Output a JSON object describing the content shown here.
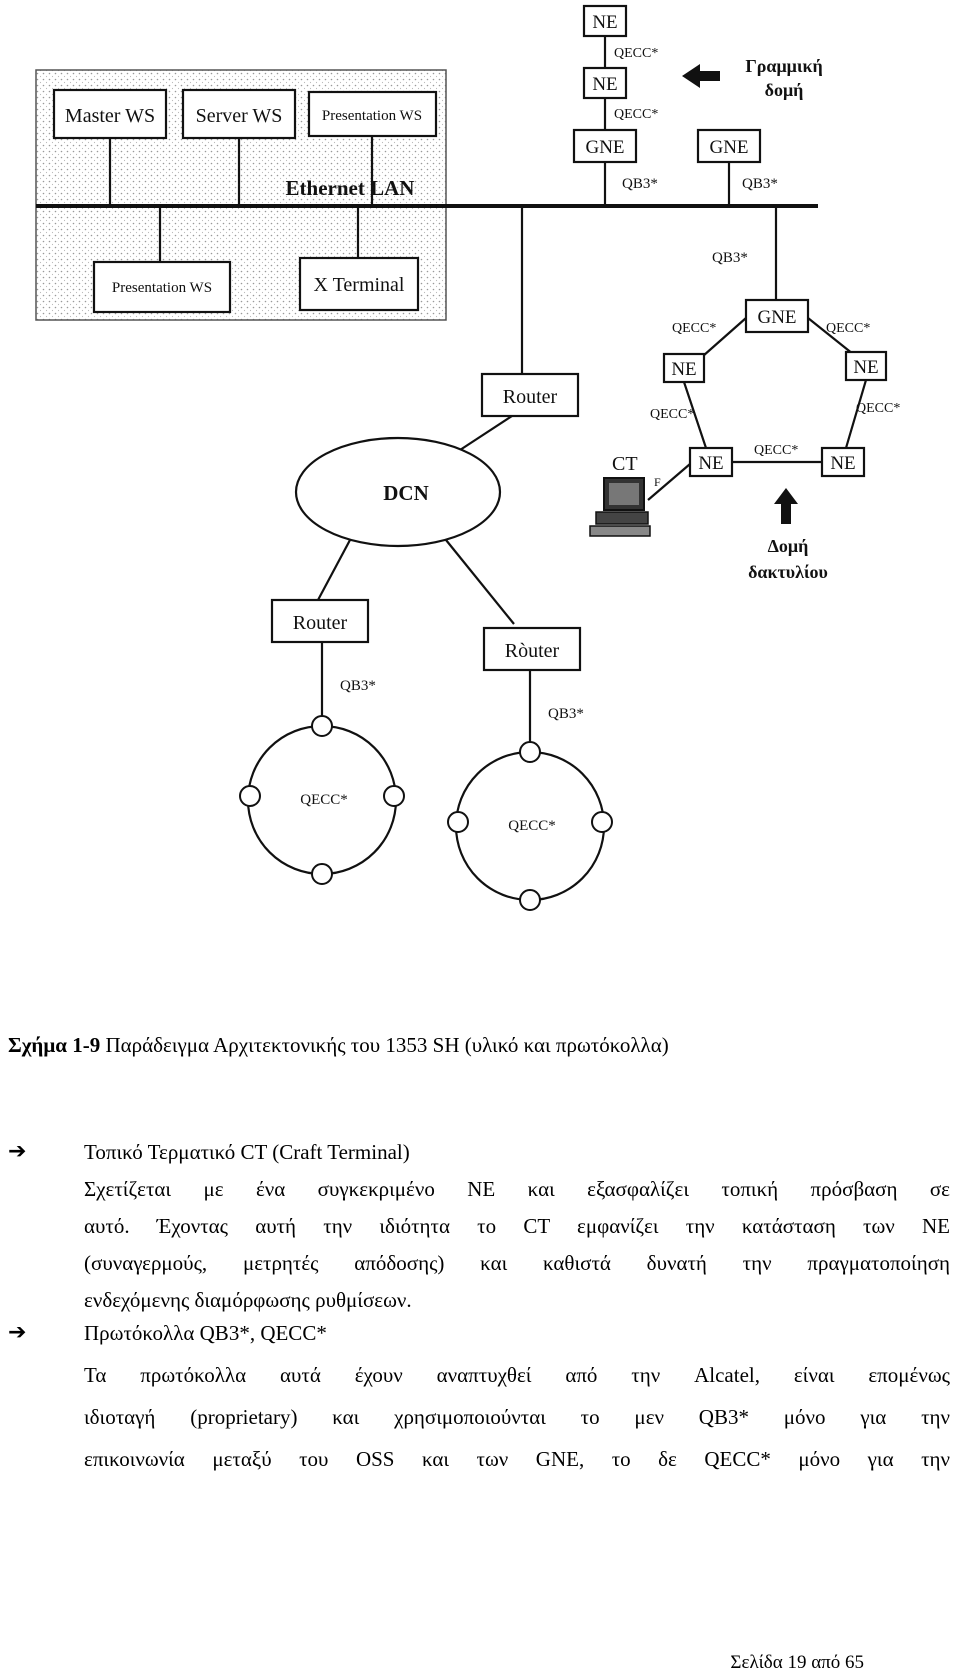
{
  "diagram": {
    "lan_boxes": [
      "Master WS",
      "Server WS",
      "Presentation WS",
      "Presentation WS",
      "X Terminal"
    ],
    "lan_label": "Ethernet LAN",
    "linear_label_1": "Γραμμική",
    "linear_label_2": "δομή",
    "ring_label_1": "Δομή",
    "ring_label_2": "δακτυλίου",
    "ne": "NE",
    "gne": "GNE",
    "qecc": "QECC*",
    "qb3": "QB3*",
    "router": "Router",
    "router_accent": "Ròuter",
    "dcn": "DCN",
    "ct": "CT",
    "f": "F"
  },
  "caption": {
    "label": "Σχήμα 1-9",
    "text": " Παράδειγμα Αρχιτεκτονικής του 1353 SH (υλικό και πρωτόκολλα)"
  },
  "bullets": [
    {
      "arrow": "➔",
      "heading": "Τοπικό Τερματικό CT (Craft Terminal)",
      "lines": [
        "Σχετίζεται με ένα συγκεκριμένο NE και εξασφαλίζει τοπική πρόσβαση σε",
        "αυτό. Έχοντας αυτή την ιδιότητα το CT εμφανίζει την κατάσταση των NE",
        "(συναγερμούς, μετρητές απόδοσης) και καθιστά δυνατή την πραγματοποίηση",
        "ενδεχόμενης διαμόρφωσης ρυθμίσεων."
      ]
    },
    {
      "arrow": "➔",
      "heading": "Πρωτόκολλα QB3*, QECC*",
      "lines": [
        "Τα πρωτόκολλα αυτά έχουν αναπτυχθεί από την Alcatel, είναι επομένως",
        "ιδιοταγή (proprietary) και χρησιμοποιούνται το μεν QB3* μόνο για την",
        "επικοινωνία μεταξύ του OSS και των GNE, το δε QECC* μόνο για την"
      ]
    }
  ],
  "footer": "Σελίδα 19 από 65"
}
